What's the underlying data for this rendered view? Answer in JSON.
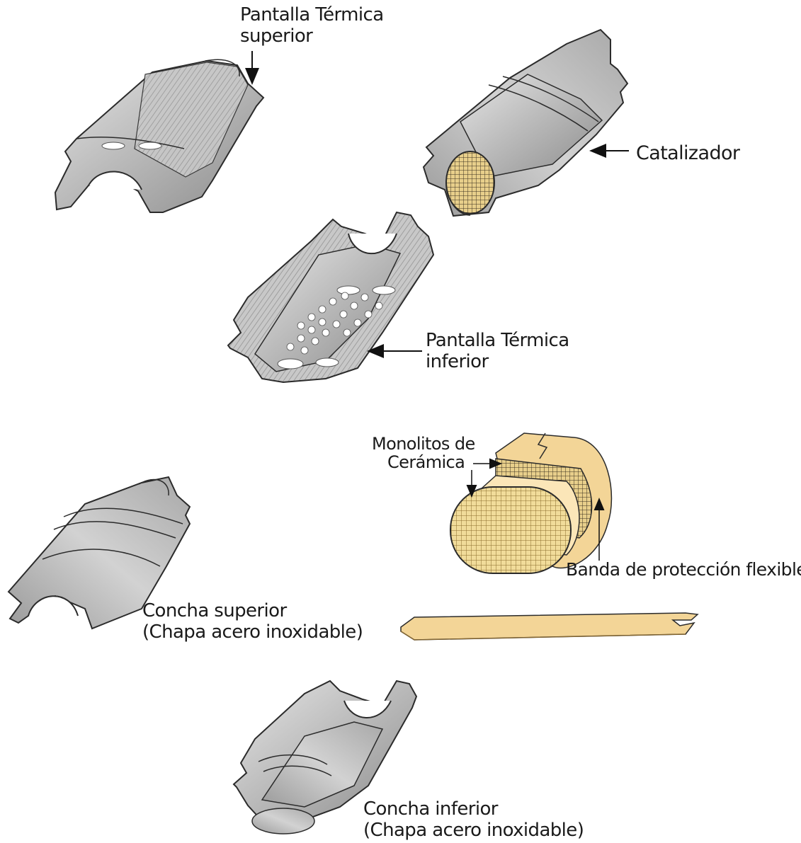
{
  "labels": {
    "upper_shield": {
      "line1": "Pantalla Térmica",
      "line2": "superior"
    },
    "catalyst": "Catalizador",
    "lower_shield": {
      "line1": "Pantalla Térmica",
      "line2": "inferior"
    },
    "monoliths": {
      "line1": "Monolitos de",
      "line2": "Cerámica"
    },
    "band": "Banda de protección flexible",
    "upper_shell": {
      "line1": "Concha superior",
      "line2": "(Chapa acero inoxidable)"
    },
    "lower_shell": {
      "line1": "Concha inferior",
      "line2": "(Chapa acero inoxidable)"
    }
  },
  "colors": {
    "metal_light": "#d9d9d9",
    "metal_mid": "#b3b3b3",
    "metal_dark": "#8a8a8a",
    "outline": "#2b2b2b",
    "ceramic": "#f6d9a0",
    "ceramic_mesh": "#c9a050"
  }
}
